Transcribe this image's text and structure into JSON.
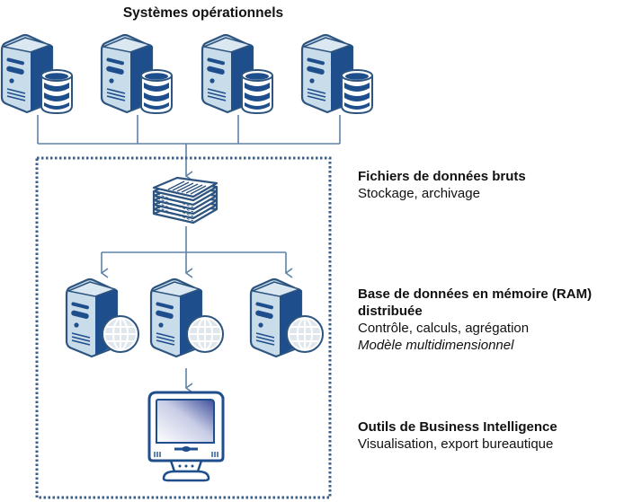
{
  "title": "Systèmes opérationnels",
  "colors": {
    "dark_blue": "#1f4e8c",
    "light_blue": "#c9dcea",
    "line": "#5f82a8",
    "dotted_border": "#3b5f8a",
    "globe": "#dfe6ec"
  },
  "operational_systems": [
    {
      "icon": "server-database-icon"
    },
    {
      "icon": "server-database-icon"
    },
    {
      "icon": "server-database-icon"
    },
    {
      "icon": "server-database-icon"
    }
  ],
  "layers": [
    {
      "icon": "file-stack-icon",
      "heading": "Fichiers de données bruts",
      "lines": [
        "Stockage, archivage"
      ]
    },
    {
      "icon": "server-globe-icon",
      "heading_line1": "Base de données en mémoire (RAM)",
      "heading_line2": "distribuée",
      "lines": [
        "Contrôle, calculs, agrégation"
      ],
      "italic_line": "Modèle multidimensionnel"
    },
    {
      "icon": "monitor-icon",
      "heading": "Outils de Business Intelligence",
      "lines": [
        "Visualisation, export bureautique"
      ]
    }
  ]
}
